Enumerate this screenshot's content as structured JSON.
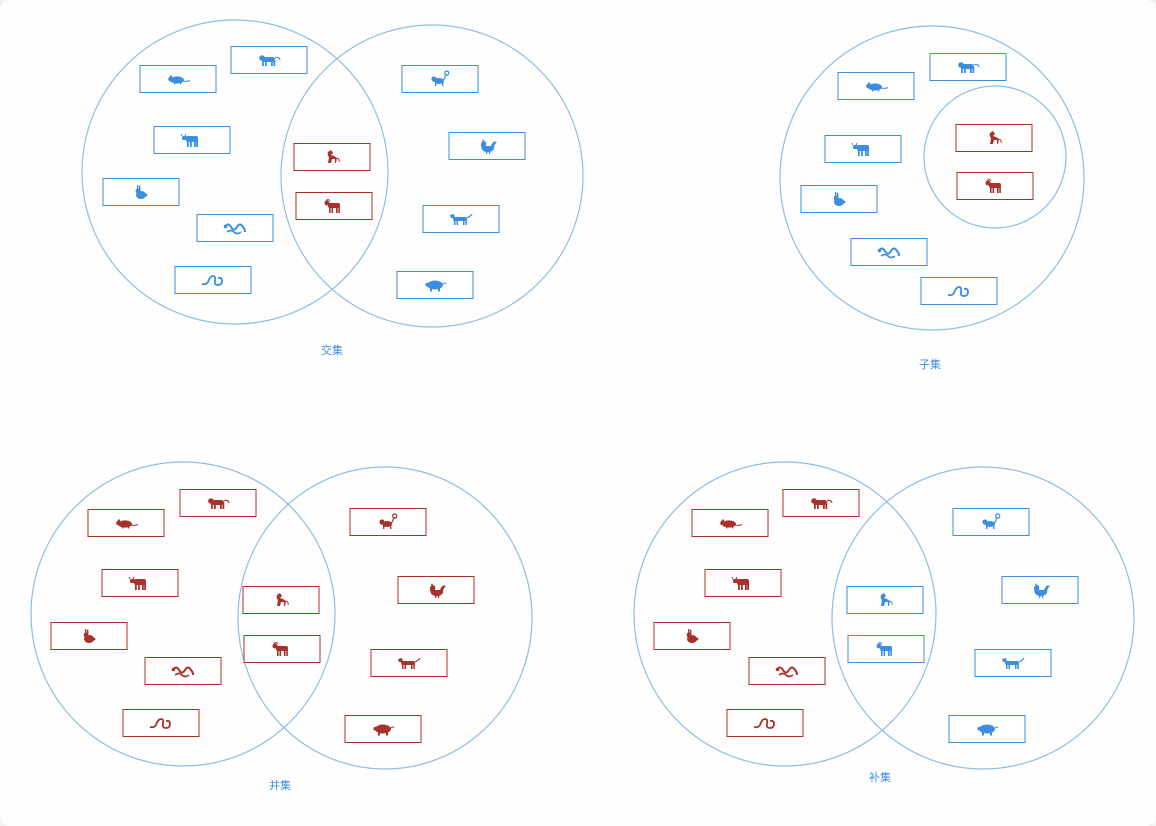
{
  "colors": {
    "selected": "#a9312b",
    "unselected": "#3c8ee0",
    "circle": "#8fbde3",
    "caption": "#3c8ee0"
  },
  "panels": [
    {
      "id": "intersection",
      "caption": "交集",
      "animals": {
        "left_only": [
          "rat",
          "tiger",
          "ox",
          "rabbit",
          "dragon",
          "snake"
        ],
        "shared": [
          "horse",
          "goat"
        ],
        "right_only": [
          "monkey",
          "rooster",
          "dog",
          "pig"
        ]
      },
      "highlighted_group": "shared"
    },
    {
      "id": "subset",
      "caption": "子集",
      "animals": {
        "outer": [
          "rat",
          "tiger",
          "ox",
          "rabbit",
          "dragon",
          "snake"
        ],
        "inner": [
          "horse",
          "goat"
        ]
      },
      "highlighted_group": "inner"
    },
    {
      "id": "union",
      "caption": "并集",
      "animals": {
        "left_only": [
          "rat",
          "tiger",
          "ox",
          "rabbit",
          "dragon",
          "snake"
        ],
        "shared": [
          "horse",
          "goat"
        ],
        "right_only": [
          "monkey",
          "rooster",
          "dog",
          "pig"
        ]
      },
      "highlighted_group": "all"
    },
    {
      "id": "complement",
      "caption": "补集",
      "animals": {
        "left_only": [
          "rat",
          "tiger",
          "ox",
          "rabbit",
          "dragon",
          "snake"
        ],
        "shared": [
          "horse",
          "goat"
        ],
        "right_only": [
          "monkey",
          "rooster",
          "dog",
          "pig"
        ]
      },
      "highlighted_group": "left_only"
    }
  ]
}
